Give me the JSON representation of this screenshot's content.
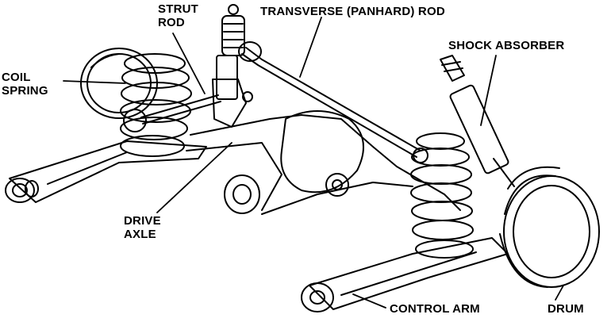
{
  "labels": {
    "strut_rod": [
      "STRUT",
      "ROD"
    ],
    "transverse_rod": "TRANSVERSE (PANHARD) ROD",
    "coil_spring": [
      "COIL",
      "SPRING"
    ],
    "shock_absorber": "SHOCK ABSORBER",
    "drive_axle": [
      "DRIVE",
      "AXLE"
    ],
    "control_arm": "CONTROL ARM",
    "drum": "DRUM"
  },
  "colors": {
    "ink": "#000000",
    "background": "#ffffff"
  }
}
